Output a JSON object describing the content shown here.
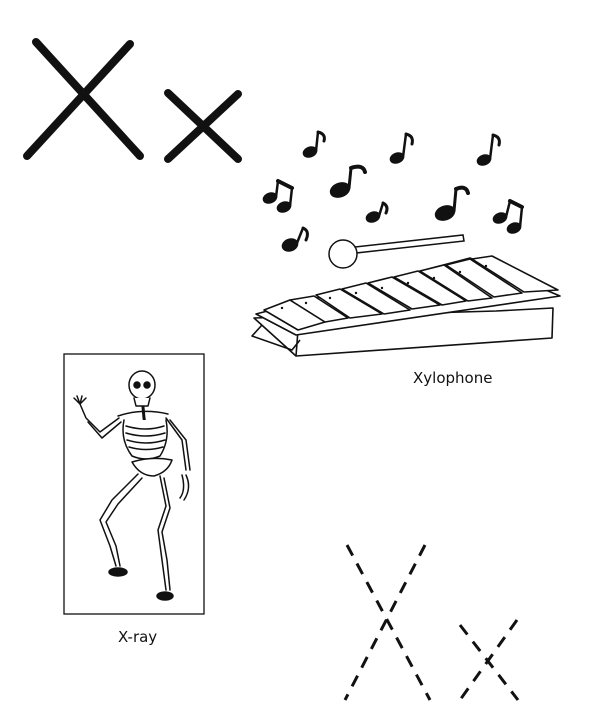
{
  "worksheet": {
    "letter_upper": "X",
    "letter_lower": "x",
    "ink_color": "#111111"
  },
  "xylophone": {
    "caption": "Xylophone",
    "icon": "xylophone-with-music-notes"
  },
  "xray": {
    "caption": "X-ray",
    "icon": "dancing-skeleton"
  },
  "tracing": {
    "letters": [
      "X",
      "x"
    ],
    "style": "dashed"
  }
}
